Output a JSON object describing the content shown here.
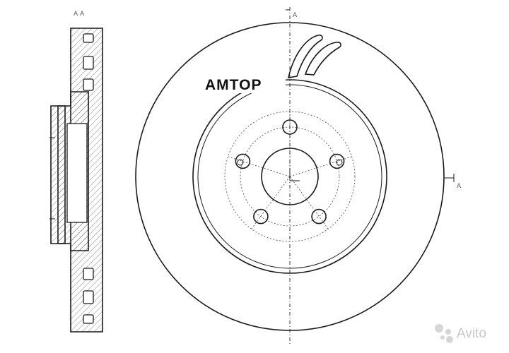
{
  "section_marks": {
    "top_left": "A A",
    "top_center": "A",
    "right": "A"
  },
  "brand": {
    "label": "AMTOP",
    "color": "#111111"
  },
  "watermark": {
    "text": "Avito",
    "icon": "avito-dots-icon",
    "color": "#bfbfbf"
  }
}
